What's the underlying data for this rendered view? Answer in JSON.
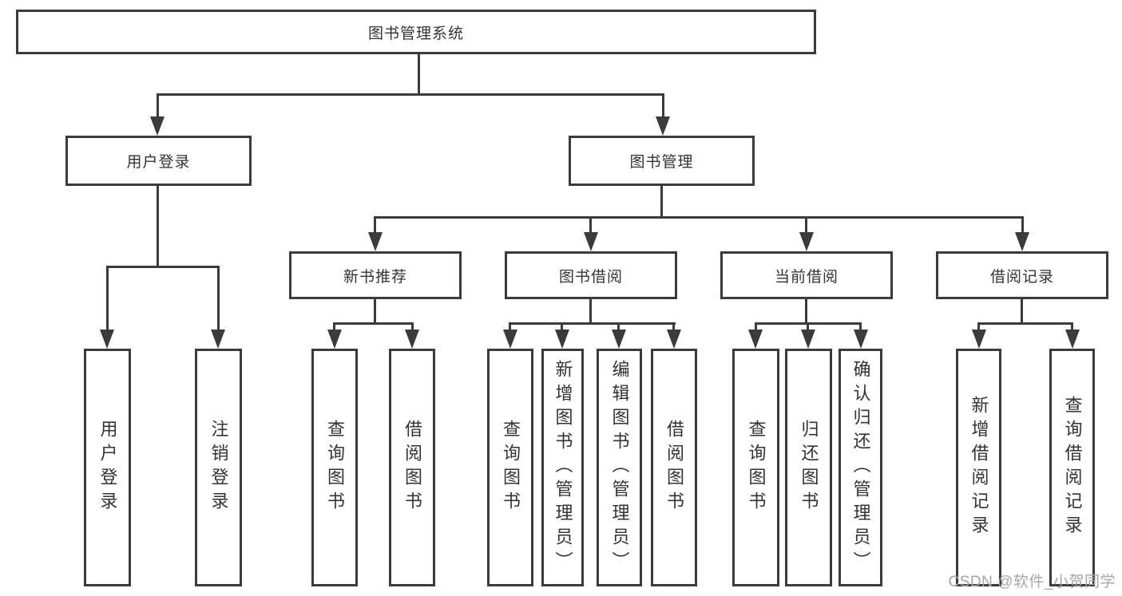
{
  "diagram": {
    "title_node": {
      "label": "图书管理系统"
    },
    "level2": [
      {
        "label": "用户登录"
      },
      {
        "label": "图书管理"
      }
    ],
    "level3": [
      {
        "label": "新书推荐"
      },
      {
        "label": "图书借阅"
      },
      {
        "label": "当前借阅"
      },
      {
        "label": "借阅记录"
      }
    ],
    "leaves": [
      {
        "label": "用户登录"
      },
      {
        "label": "注销登录"
      },
      {
        "label": "查询图书"
      },
      {
        "label": "借阅图书"
      },
      {
        "label": "查询图书"
      },
      {
        "label": "新增图书（管理员）"
      },
      {
        "label": "编辑图书（管理员）"
      },
      {
        "label": "借阅图书"
      },
      {
        "label": "查询图书"
      },
      {
        "label": "归还图书"
      },
      {
        "label": "确认归还（管理员）"
      },
      {
        "label": "新增借阅记录"
      },
      {
        "label": "查询借阅记录"
      }
    ]
  },
  "watermark": {
    "text": "CSDN @软件_小贺同学"
  },
  "colors": {
    "line": "#3b3b3b",
    "text": "#333333",
    "watermark_text": "#a6a6a6",
    "background": "#ffffff"
  }
}
